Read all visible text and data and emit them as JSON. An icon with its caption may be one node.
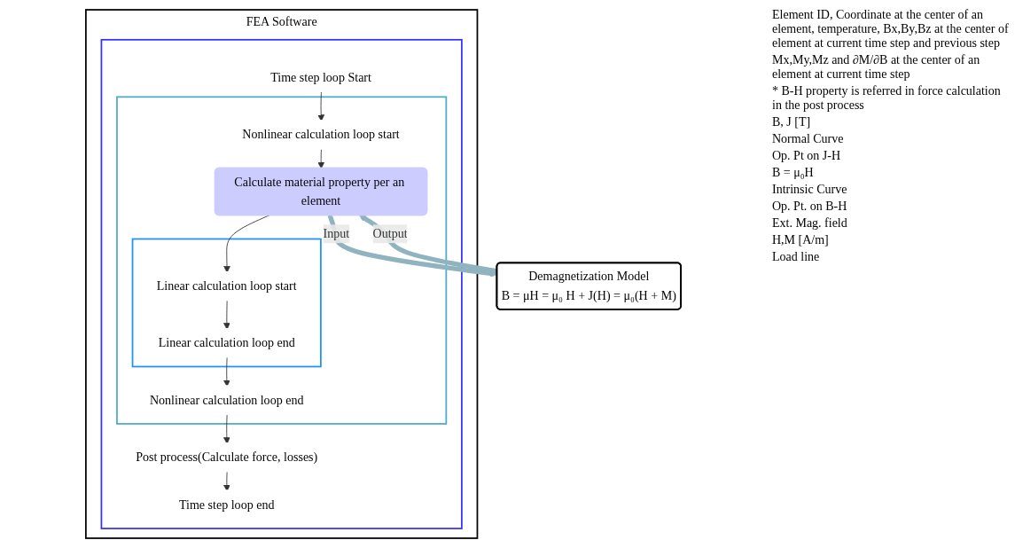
{
  "diagram": {
    "nodes": [
      {
        "text": [
          "FEA Software"
        ]
      },
      {
        "text": [],
        "shape": "box",
        "in": 0
      },
      {
        "text": [
          "Time step loop Start"
        ],
        "in": 1
      },
      {
        "text": [],
        "shape": "box",
        "in": 1
      },
      {
        "text": [
          "Nonlinear calculation loop start"
        ],
        "in": 3
      },
      {
        "text": [
          "Calculate material property per an element"
        ],
        "in": 3
      },
      {
        "text": [],
        "shape": "box",
        "in": 3
      },
      {
        "text": [
          "Linear calculation loop start"
        ],
        "in": 6
      },
      {
        "text": [
          "Linear calculation loop end"
        ],
        "in": 6
      },
      {
        "text": [
          "Nonlinear calculation loop end"
        ],
        "in": 3
      },
      {
        "text": [
          "Post process(Calculate force, losses)"
        ],
        "in": 1
      },
      {
        "text": [
          "Time step loop end"
        ],
        "in": 1
      },
      {
        "text": [
          "Demagnetization Model",
          "B = μH = μ₀ H + J(H) = μ₀(H + M)"
        ]
      }
    ],
    "edges": [
      {
        "from": 2,
        "to": 4,
        "arrow": "to"
      },
      {
        "from": 4,
        "to": 5,
        "arrow": "to"
      },
      {
        "from": 5,
        "to": 7,
        "arrow": "to"
      },
      {
        "from": 7,
        "to": 8,
        "arrow": "to"
      },
      {
        "from": 8,
        "to": 9,
        "arrow": "to"
      },
      {
        "from": 9,
        "to": 10,
        "arrow": "to"
      },
      {
        "from": 10,
        "to": 11,
        "arrow": "to"
      },
      {
        "from": 5,
        "to": 12,
        "arrow": "to",
        "label": "Input",
        "style": "thick",
        "color": "#8fb3bf"
      },
      {
        "from": 12,
        "to": 5,
        "arrow": "to",
        "label": "Output",
        "style": "thick",
        "color": "#8fb3bf"
      }
    ],
    "labels": [
      "Element ID, Coordinate at the center of an element, temperature, Bx,By,Bz at the center of element at current time step and previous step",
      "Mx,My,Mz and ∂M/∂B at the center of an element at current time step",
      "* B-H property is referred in force calculation in the post process",
      "B, J [T]",
      "Normal Curve",
      "Op. Pt on J-H",
      "B = μ₀H",
      "Intrinsic Curve",
      "Op. Pt. on B-H",
      "Ext. Mag. field",
      "H,M [A/m]",
      "Load line"
    ]
  }
}
